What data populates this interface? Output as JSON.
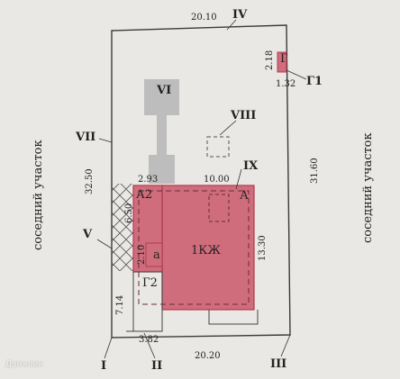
{
  "colors": {
    "paper": "#e9e8e4",
    "background": "#dad8d3",
    "building_fill": "#cf6d7d",
    "building_stroke": "#b23a4d",
    "outbuilding_fill": "#bdbdbd",
    "line": "#3a3a3a"
  },
  "labels": {
    "neighbor_left": "соседний участок",
    "neighbor_right": "соседний участок",
    "main_house": "1КЖ",
    "annex_a2": "А2",
    "annex_a": "А",
    "annex_a_small": "а",
    "garage_g": "Г",
    "garage_g2": "Г2",
    "watermark": "Домклик"
  },
  "markers": {
    "I": "I",
    "II": "II",
    "III": "III",
    "IV": "IV",
    "V": "V",
    "VI": "VI",
    "VII": "VII",
    "VIII": "VIII",
    "IX": "IX",
    "G1": "Г1"
  },
  "dimensions": {
    "top": "20.10",
    "bottom": "20.20",
    "left": "32.50",
    "right": "31.60",
    "house_width": "10.00",
    "house_depth": "13.30",
    "a2_width": "2.93",
    "a2_depth": "6.50",
    "a_small": "2.10",
    "g2_depth": "7.14",
    "g2_width": "3.82",
    "g_depth": "2.18",
    "g_width": "1.32"
  }
}
